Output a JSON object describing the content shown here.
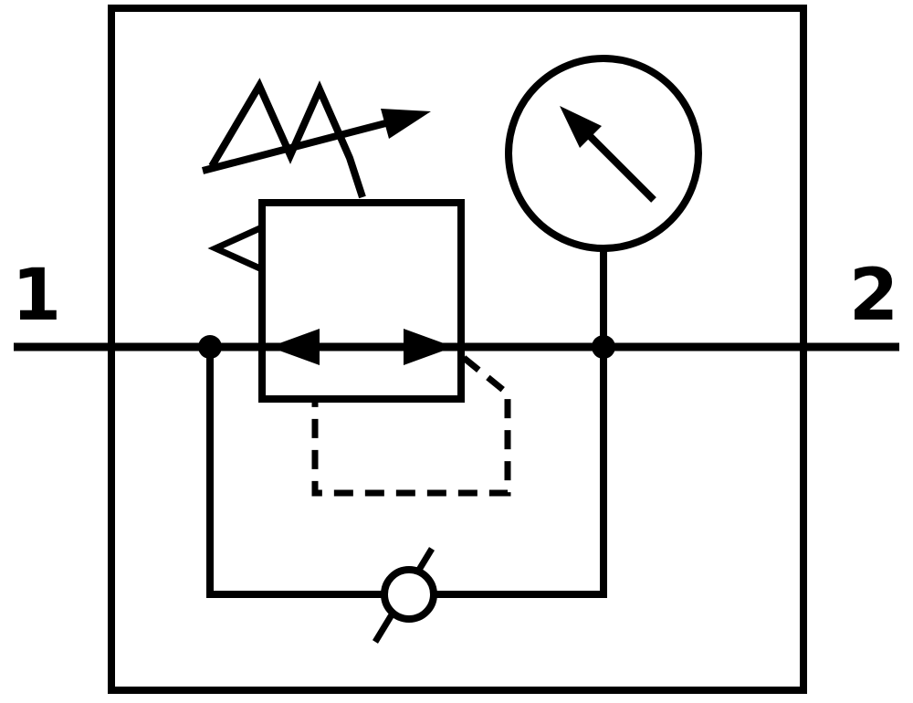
{
  "canvas": {
    "background_color": "#ffffff",
    "line_color": "#000000"
  },
  "schematic": {
    "kind": "pneumatic-circuit-symbol",
    "ports": [
      {
        "label": "1"
      },
      {
        "label": "2"
      }
    ],
    "components": [
      "enclosure-box",
      "main-flow-line",
      "pressure-regulator-body",
      "flow-direction-arrows",
      "adjustment-spring",
      "adjustment-arrow",
      "relief-vent-triangle",
      "pilot-feedback-dashed-line",
      "pressure-gauge",
      "gauge-needle",
      "gauge-connection-line",
      "bypass-line",
      "check-valve",
      "junction-dot-left",
      "junction-dot-right"
    ]
  }
}
